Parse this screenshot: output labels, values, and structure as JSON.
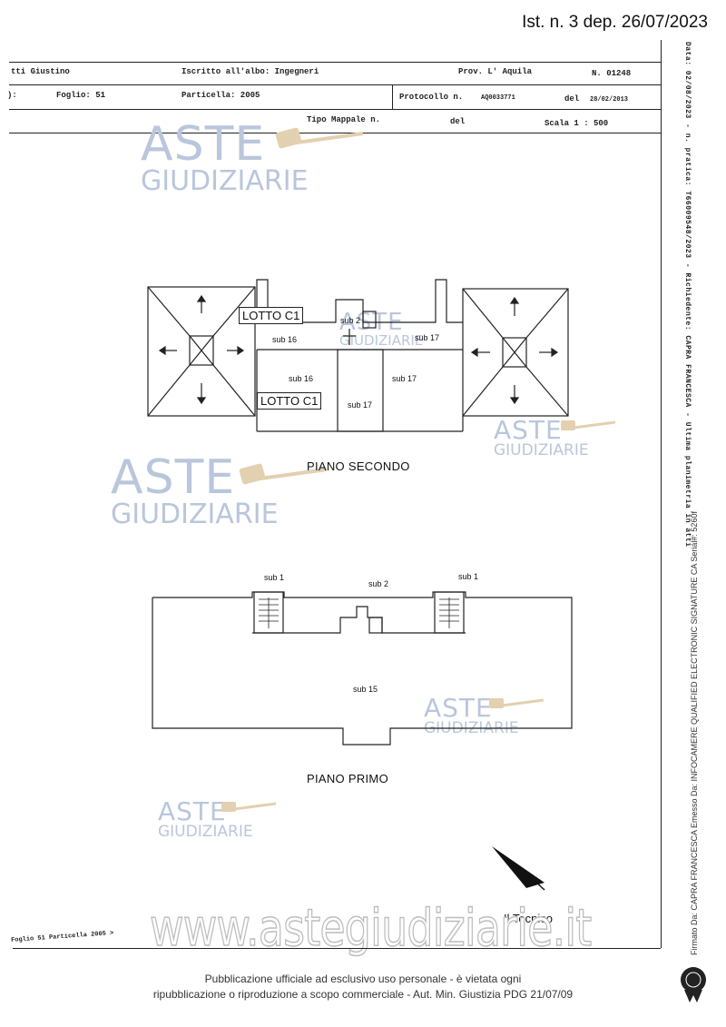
{
  "top_right": "Ist. n. 3 dep. 26/07/2023",
  "header": {
    "row1": {
      "name": "tti Giustino",
      "iscritto": "Iscritto all'albo: Ingegneri",
      "prov": "Prov. L' Aquila",
      "num": "N. 01248"
    },
    "row2": {
      "prefix": "):",
      "foglio": "Foglio: 51",
      "particella": "Particella: 2005",
      "protocollo": "Protocollo n.",
      "protocollo_num": "AQ0033771",
      "del": "del",
      "del_date": "28/02/2013"
    },
    "row3": {
      "tipo": "Tipo Mappale n.",
      "del": "del",
      "scala": "Scala 1 : 500"
    }
  },
  "watermark": {
    "line1": "ASTE",
    "line2": "GIUDIZIARIE",
    "site": "www.astegiudiziarie.it"
  },
  "plans": {
    "secondo": {
      "title": "PIANO SECONDO",
      "lotto_top": "LOTTO C1",
      "lotto_bottom": "LOTTO C1",
      "labels": [
        "sub 2",
        "sub 16",
        "sub 17",
        "sub 16",
        "sub 17",
        "sub 17"
      ]
    },
    "primo": {
      "title": "PIANO PRIMO",
      "labels": [
        "sub 1",
        "sub 2",
        "sub 1",
        "sub 15"
      ]
    }
  },
  "tecnico": "Il Tecnico",
  "foglio_note": "Foglio 51 Particella 2005 >",
  "right_margin_text": "Data: 02/08/2023 - n. pratica: T66009548/2023 - Richiedente: CAPRA FRANCESCA - Ultima planimetria in atti",
  "signature_text": "Firmato Da: CAPRA FRANCESCA Emesso Da: INFOCAMERE QUALIFIED ELECTRONIC SIGNATURE CA Serial#: 5260f",
  "footer": {
    "line1": "Pubblicazione ufficiale ad esclusivo uso personale - è vietata ogni",
    "line2": "ripubblicazione o riproduzione a scopo commerciale - Aut. Min. Giustizia PDG 21/07/09"
  },
  "colors": {
    "watermark": "#b9c6dc",
    "lines": "#222222"
  }
}
